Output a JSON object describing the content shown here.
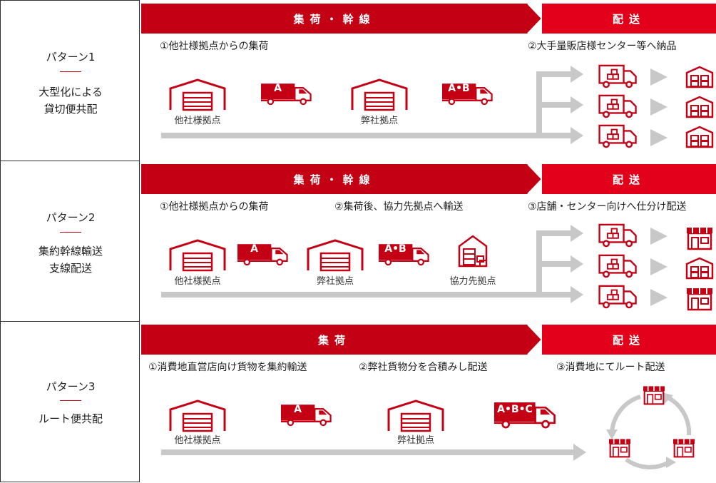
{
  "patterns": [
    {
      "title": "パターン1",
      "desc": [
        "大型化による",
        "貸切便共配"
      ],
      "band_left": "集荷・幹線",
      "band_right": "配送",
      "steps": [
        "①他社様拠点からの集荷",
        "②大手量販店様センター等へ納品"
      ],
      "labels": [
        "他社様拠点",
        "弊社拠点"
      ],
      "trucks": [
        "A",
        "A•B"
      ]
    },
    {
      "title": "パターン2",
      "desc": [
        "集約幹線輸送",
        "支線配送"
      ],
      "band_left": "集荷・幹線",
      "band_right": "配送",
      "steps": [
        "①他社様拠点からの集荷",
        "②集荷後、協力先拠点へ輸送",
        "③店舗・センター向けへ仕分け配送"
      ],
      "labels": [
        "他社様拠点",
        "弊社拠点",
        "協力先拠点"
      ],
      "trucks": [
        "A",
        "A•B"
      ]
    },
    {
      "title": "パターン3",
      "desc": [
        "ルート便共配"
      ],
      "band_left": "集荷",
      "band_right": "配送",
      "steps": [
        "①消費地直営店向け貨物を集約輸送",
        "②弊社貨物分を合積みし配送",
        "③消費地にてルート配送"
      ],
      "labels": [
        "他社様拠点",
        "弊社拠点"
      ],
      "trucks": [
        "A",
        "A•B•C"
      ]
    }
  ],
  "colors": {
    "band_dark": "#c40015",
    "band_bright": "#e3001b",
    "arrow": "#c8c8c8",
    "icon_red": "#c40015"
  }
}
